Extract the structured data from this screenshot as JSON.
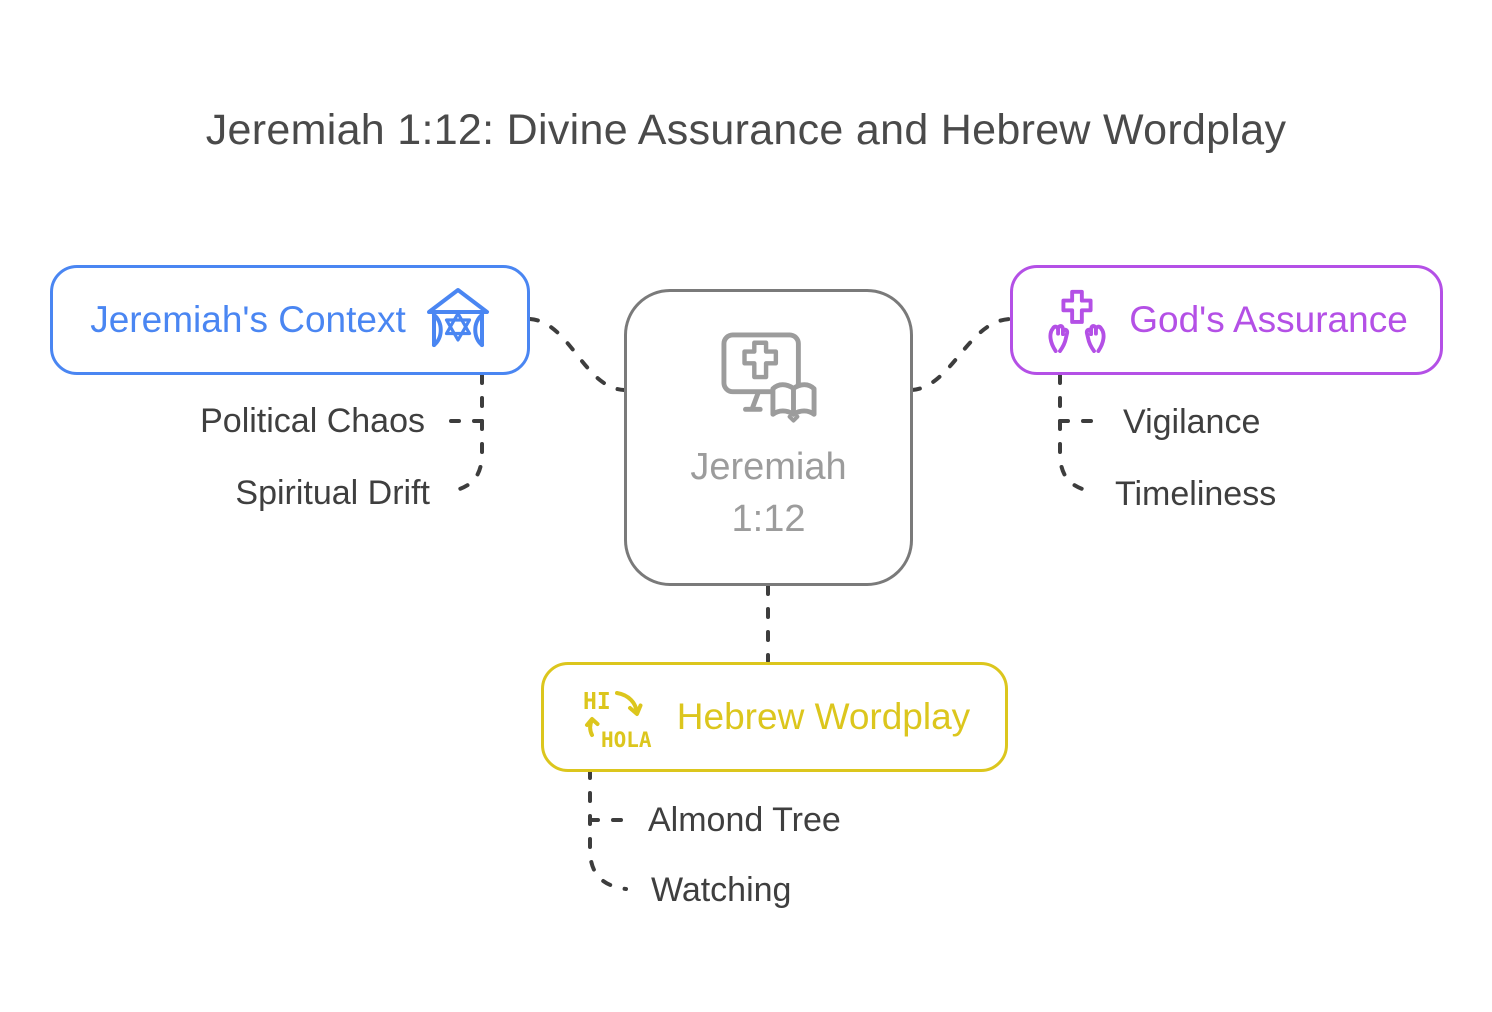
{
  "title": "Jeremiah 1:12: Divine Assurance and Hebrew Wordplay",
  "center_node": {
    "line1": "Jeremiah",
    "line2": "1:12",
    "icon": "bible-monitor-icon"
  },
  "branches": {
    "context": {
      "label": "Jeremiah's Context",
      "icon": "tent-star-of-david-icon",
      "color": "#4a86f2",
      "children": [
        "Political Chaos",
        "Spiritual Drift"
      ]
    },
    "assurance": {
      "label": "God's Assurance",
      "icon": "hands-holding-cross-icon",
      "color": "#b450e6",
      "children": [
        "Vigilance",
        "Timeliness"
      ]
    },
    "wordplay": {
      "label": "Hebrew Wordplay",
      "icon": "translation-icon",
      "icon_text": {
        "top": "HI",
        "bottom": "HOLA"
      },
      "color": "#dcc61d",
      "children": [
        "Almond Tree",
        "Watching"
      ]
    }
  },
  "colors": {
    "background": "#ffffff",
    "title_text": "#4a4a4a",
    "sublabel_text": "#3f3f3f",
    "connector_line": "#3d3d3d",
    "center_border": "#7a7a7a",
    "center_text": "#9c9c9c"
  }
}
